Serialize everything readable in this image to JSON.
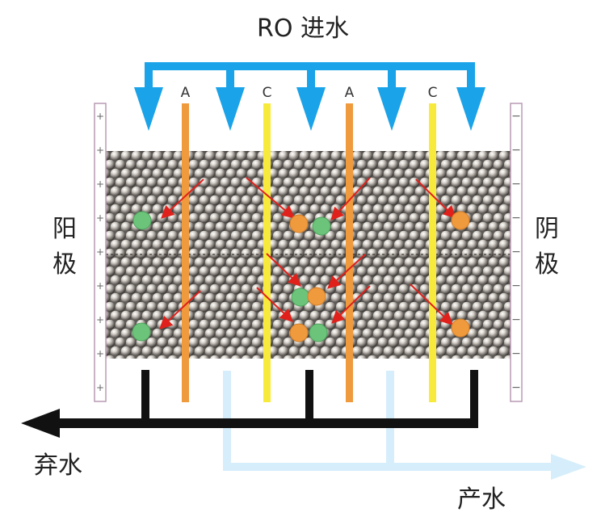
{
  "labels": {
    "inlet": "RO 进水",
    "anode": [
      "阳",
      "极"
    ],
    "cathode": [
      "阴",
      "极"
    ],
    "reject": "弃水",
    "product": "产水"
  },
  "membranes": [
    "A",
    "C",
    "A",
    "C"
  ],
  "electrode_marks": {
    "anode_sign": "+",
    "cathode_sign": "−"
  },
  "colors": {
    "inlet_flow": "#1aa3e8",
    "product_flow": "#d6eefb",
    "reject_flow": "#111111",
    "anion_membrane": "#ef9a3d",
    "cation_membrane": "#f8ea3c",
    "anion_ion": "#f09a3e",
    "cation_ion": "#6cc47a",
    "arrow": "#e0201b",
    "electrode_edge": "#b99ab3",
    "resin_bed_bg": "#6e6b68"
  }
}
